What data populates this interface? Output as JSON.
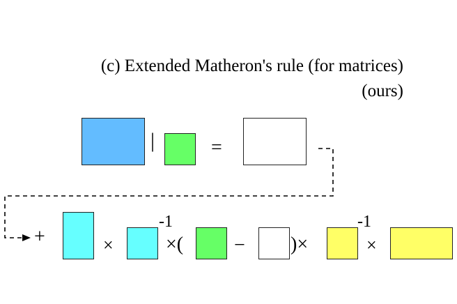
{
  "title": "(c) Extended Matheron's rule (for matrices)",
  "subtitle": "(ours)",
  "colors": {
    "blue": "#63bcff",
    "green": "#66ff66",
    "cyan": "#66ffff",
    "yellow": "#ffff66",
    "white": "#ffffff"
  },
  "row1": {
    "bar": "|",
    "equals": "="
  },
  "row2": {
    "plus": "+",
    "times1": "×",
    "inv1": "-1",
    "times_open": "×(",
    "minus": "−",
    "close_times": ")×",
    "inv2": "-1",
    "times3": "×"
  }
}
